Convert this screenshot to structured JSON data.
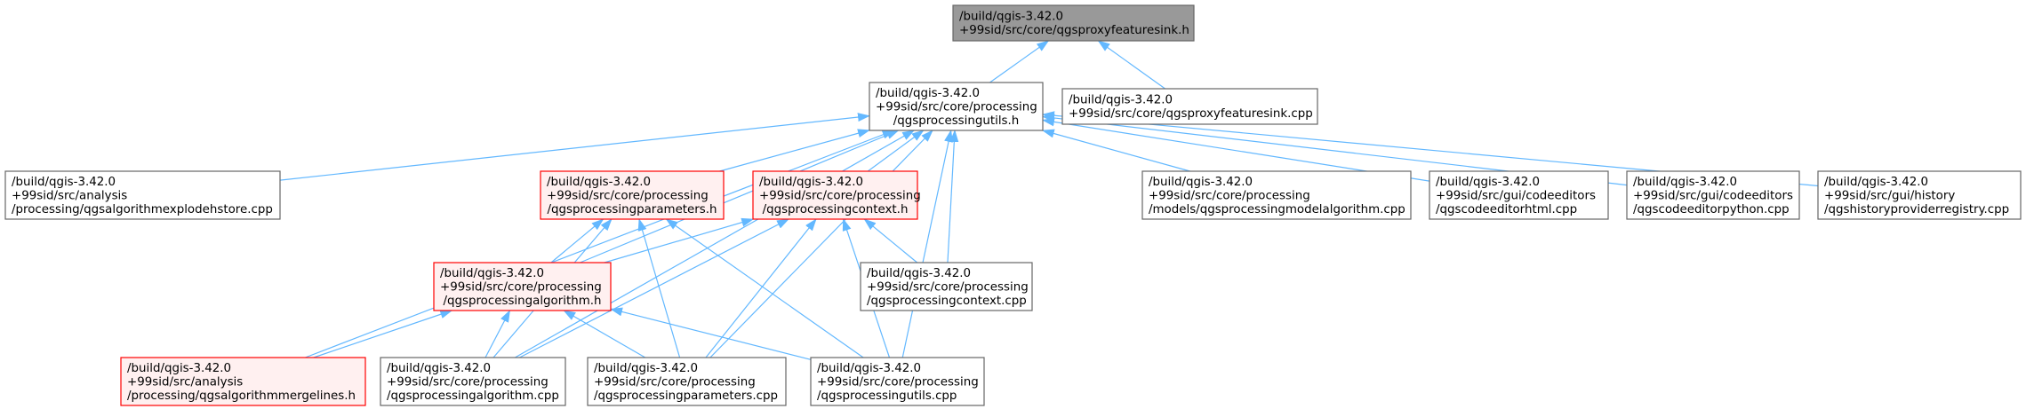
{
  "nodes": [
    {
      "id": "root",
      "style": "root",
      "lines": [
        "/build/qgis-3.42.0",
        "+99sid/src/core/qgsproxyfeaturesink.h"
      ]
    },
    {
      "id": "putils_h",
      "style": "normal",
      "lines": [
        "/build/qgis-3.42.0",
        "+99sid/src/core/processing",
        "/qgsprocessingutils.h"
      ]
    },
    {
      "id": "proxy_cpp",
      "style": "normal",
      "lines": [
        "/build/qgis-3.42.0",
        "+99sid/src/core/qgsproxyfeaturesink.cpp"
      ]
    },
    {
      "id": "explode",
      "style": "normal",
      "lines": [
        "/build/qgis-3.42.0",
        "+99sid/src/analysis",
        "/processing/qgsalgorithmexplodehstore.cpp"
      ]
    },
    {
      "id": "params_h",
      "style": "incomplete",
      "lines": [
        "/build/qgis-3.42.0",
        "+99sid/src/core/processing",
        "/qgsprocessingparameters.h"
      ]
    },
    {
      "id": "context_h",
      "style": "incomplete",
      "lines": [
        "/build/qgis-3.42.0",
        "+99sid/src/core/processing",
        "/qgsprocessingcontext.h"
      ]
    },
    {
      "id": "modelalg",
      "style": "normal",
      "lines": [
        "/build/qgis-3.42.0",
        "+99sid/src/core/processing",
        "/models/qgsprocessingmodelalgorithm.cpp"
      ]
    },
    {
      "id": "html_cpp",
      "style": "normal",
      "lines": [
        "/build/qgis-3.42.0",
        "+99sid/src/gui/codeeditors",
        "/qgscodeeditorhtml.cpp"
      ]
    },
    {
      "id": "python_cpp",
      "style": "normal",
      "lines": [
        "/build/qgis-3.42.0",
        "+99sid/src/gui/codeeditors",
        "/qgscodeeditorpython.cpp"
      ]
    },
    {
      "id": "history_cpp",
      "style": "normal",
      "lines": [
        "/build/qgis-3.42.0",
        "+99sid/src/gui/history",
        "/qgshistoryproviderregistry.cpp"
      ]
    },
    {
      "id": "alg_h",
      "style": "incomplete",
      "lines": [
        "/build/qgis-3.42.0",
        "+99sid/src/core/processing",
        "/qgsprocessingalgorithm.h"
      ]
    },
    {
      "id": "context_cpp",
      "style": "normal",
      "lines": [
        "/build/qgis-3.42.0",
        "+99sid/src/core/processing",
        "/qgsprocessingcontext.cpp"
      ]
    },
    {
      "id": "merge_h",
      "style": "incomplete",
      "lines": [
        "/build/qgis-3.42.0",
        "+99sid/src/analysis",
        "/processing/qgsalgorithmmergelines.h"
      ]
    },
    {
      "id": "alg_cpp",
      "style": "normal",
      "lines": [
        "/build/qgis-3.42.0",
        "+99sid/src/core/processing",
        "/qgsprocessingalgorithm.cpp"
      ]
    },
    {
      "id": "params_cpp",
      "style": "normal",
      "lines": [
        "/build/qgis-3.42.0",
        "+99sid/src/core/processing",
        "/qgsprocessingparameters.cpp"
      ]
    },
    {
      "id": "utils_cpp",
      "style": "normal",
      "lines": [
        "/build/qgis-3.42.0",
        "+99sid/src/core/processing",
        "/qgsprocessingutils.cpp"
      ]
    }
  ],
  "edges": [
    {
      "from": "putils_h",
      "to": "root"
    },
    {
      "from": "proxy_cpp",
      "to": "root"
    },
    {
      "from": "explode",
      "to": "putils_h"
    },
    {
      "from": "params_h",
      "to": "putils_h"
    },
    {
      "from": "context_h",
      "to": "putils_h"
    },
    {
      "from": "modelalg",
      "to": "putils_h"
    },
    {
      "from": "html_cpp",
      "to": "putils_h"
    },
    {
      "from": "python_cpp",
      "to": "putils_h"
    },
    {
      "from": "history_cpp",
      "to": "putils_h"
    },
    {
      "from": "alg_h",
      "to": "putils_h"
    },
    {
      "from": "context_cpp",
      "to": "putils_h"
    },
    {
      "from": "merge_h",
      "to": "putils_h"
    },
    {
      "from": "alg_cpp",
      "to": "putils_h"
    },
    {
      "from": "params_cpp",
      "to": "putils_h"
    },
    {
      "from": "utils_cpp",
      "to": "putils_h"
    },
    {
      "from": "alg_h",
      "to": "params_h"
    },
    {
      "from": "alg_cpp",
      "to": "params_h"
    },
    {
      "from": "params_cpp",
      "to": "params_h"
    },
    {
      "from": "utils_cpp",
      "to": "params_h"
    },
    {
      "from": "alg_h",
      "to": "context_h"
    },
    {
      "from": "context_cpp",
      "to": "context_h"
    },
    {
      "from": "alg_cpp",
      "to": "context_h"
    },
    {
      "from": "params_cpp",
      "to": "context_h"
    },
    {
      "from": "utils_cpp",
      "to": "context_h"
    },
    {
      "from": "merge_h",
      "to": "alg_h"
    },
    {
      "from": "alg_cpp",
      "to": "alg_h"
    },
    {
      "from": "params_cpp",
      "to": "alg_h"
    },
    {
      "from": "utils_cpp",
      "to": "alg_h"
    }
  ],
  "colors": {
    "root_fill": "#999999",
    "root_stroke": "#666666",
    "normal_fill": "#ffffff",
    "normal_stroke": "#666666",
    "incomplete_fill": "#fff0f0",
    "incomplete_stroke": "#ff0000",
    "edge": "#63b8ff"
  }
}
